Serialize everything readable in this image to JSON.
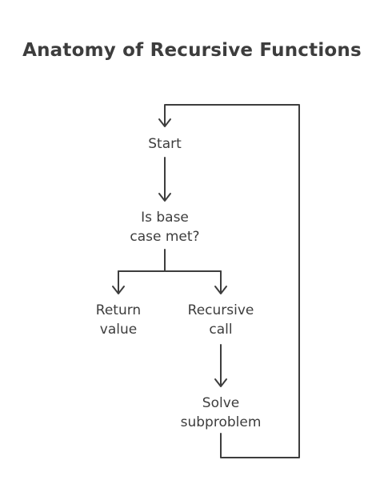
{
  "diagram": {
    "title": "Anatomy of Recursive Functions",
    "nodes": {
      "start": [
        "Start"
      ],
      "base_case": [
        "Is base",
        "case met?"
      ],
      "return_value": [
        "Return",
        "value"
      ],
      "recursive_call": [
        "Recursive",
        "call"
      ],
      "solve_subproblem": [
        "Solve",
        "subproblem"
      ]
    },
    "edges": [
      {
        "from": "start",
        "to": "base_case"
      },
      {
        "from": "base_case",
        "to": "return_value"
      },
      {
        "from": "base_case",
        "to": "recursive_call"
      },
      {
        "from": "recursive_call",
        "to": "solve_subproblem"
      },
      {
        "from": "solve_subproblem",
        "to": "start"
      }
    ],
    "colors": {
      "stroke": "#3d3d3d",
      "text": "#3d3d3d",
      "background": "#ffffff"
    }
  }
}
